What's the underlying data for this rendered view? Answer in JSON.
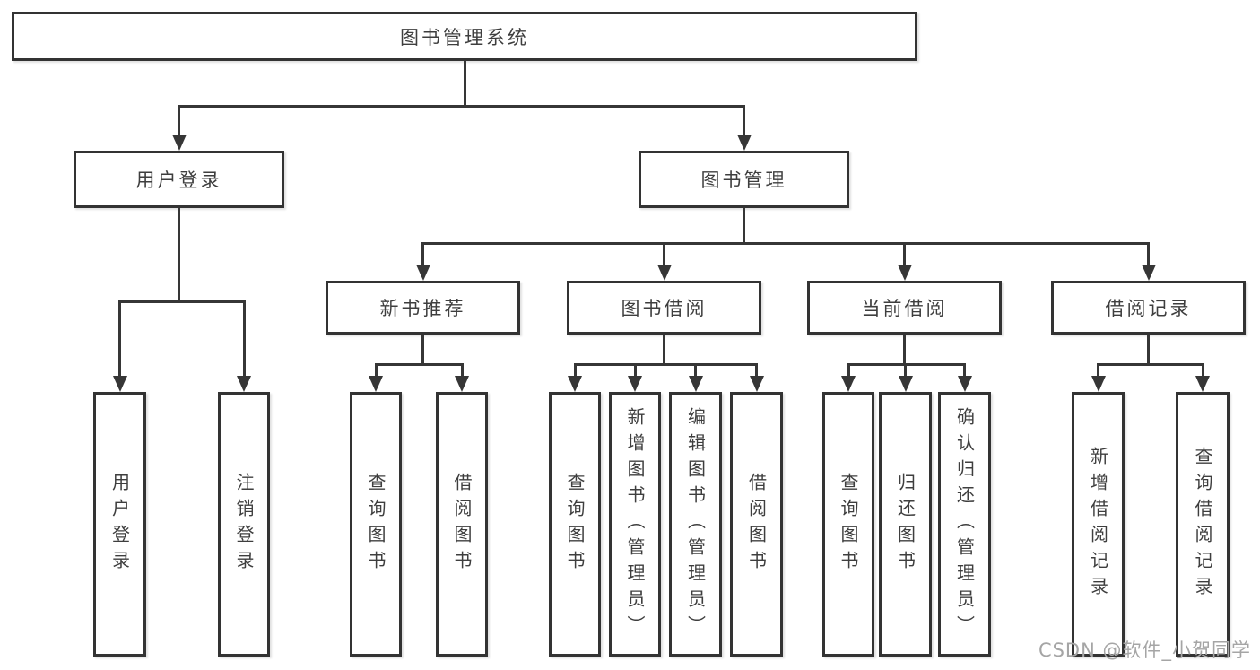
{
  "colors": {
    "background": "#ffffff",
    "box_border": "#333333",
    "connector_line": "#363636",
    "text": "#3e3e3e",
    "watermark": "#a5a5a5"
  },
  "diagram": {
    "root": {
      "label": "图书管理系统"
    },
    "level2": [
      {
        "label": "用户登录"
      },
      {
        "label": "图书管理"
      }
    ],
    "level3": [
      {
        "label": "新书推荐"
      },
      {
        "label": "图书借阅"
      },
      {
        "label": "当前借阅"
      },
      {
        "label": "借阅记录"
      }
    ],
    "leaves": {
      "user_login": [
        {
          "label": "用户登录"
        },
        {
          "label": "注销登录"
        }
      ],
      "new_book": [
        {
          "label": "查询图书"
        },
        {
          "label": "借阅图书"
        }
      ],
      "book_borrow": [
        {
          "label": "查询图书"
        },
        {
          "label": "新增图书（管理员）"
        },
        {
          "label": "编辑图书（管理员）"
        },
        {
          "label": "借阅图书"
        }
      ],
      "current_borrow": [
        {
          "label": "查询图书"
        },
        {
          "label": "归还图书"
        },
        {
          "label": "确认归还（管理员）"
        }
      ],
      "borrow_records": [
        {
          "label": "新增借阅记录"
        },
        {
          "label": "查询借阅记录"
        }
      ]
    }
  },
  "watermark": {
    "text": "CSDN @软件_小贺同学"
  }
}
